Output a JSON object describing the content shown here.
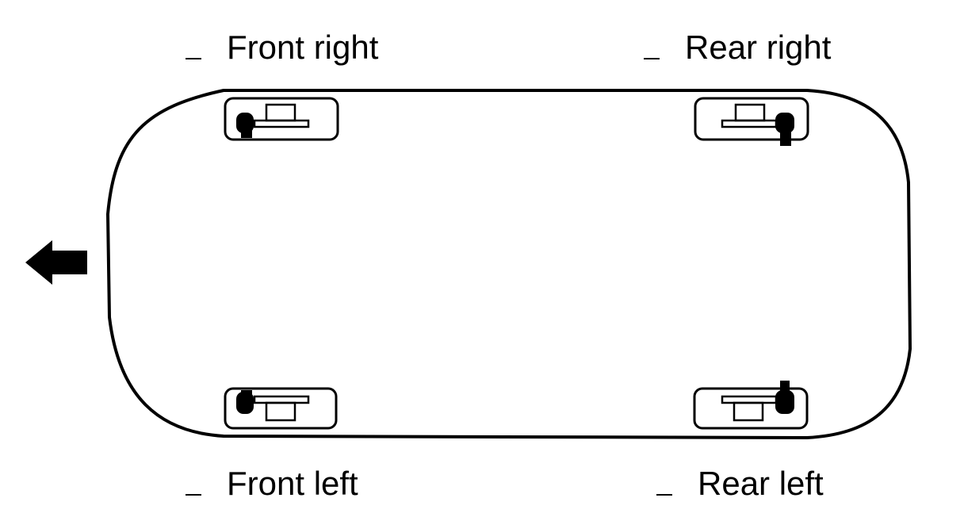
{
  "labels": {
    "front_right": "Front right",
    "rear_right": "Rear right",
    "front_left": "Front left",
    "rear_left": "Rear left"
  },
  "icons": {
    "direction": "arrow-left-icon",
    "wheel": "wheel-assembly-icon"
  },
  "colors": {
    "stroke": "#000000",
    "background": "#ffffff"
  }
}
